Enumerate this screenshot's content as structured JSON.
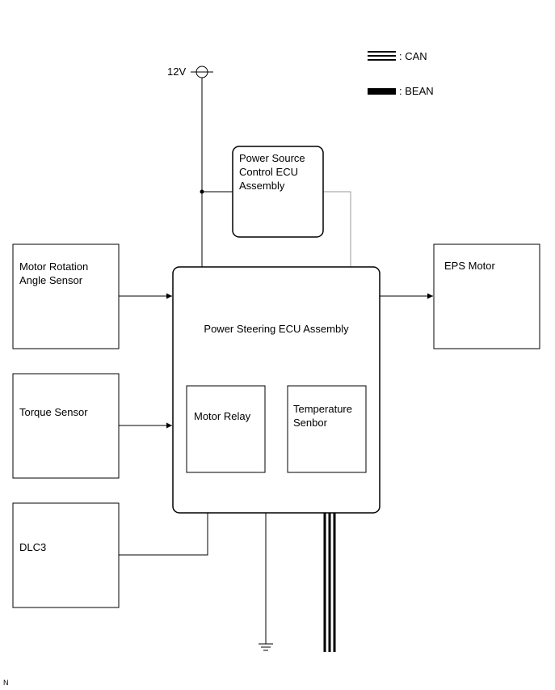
{
  "legend": {
    "can_label": ": CAN",
    "bean_label": ": BEAN"
  },
  "power": {
    "voltage_label": "12V"
  },
  "blocks": {
    "power_source_ecu": "Power Source\nControl ECU\nAssembly",
    "motor_rotation_sensor": "Motor Rotation\nAngle Sensor",
    "torque_sensor": "Torque Sensor",
    "dlc3": "DLC3",
    "eps_motor": "EPS Motor",
    "power_steering_ecu": "Power Steering ECU Assembly",
    "motor_relay": "Motor Relay",
    "temperature_sensor": "Temperature\nSenbor"
  },
  "footer": {
    "code": "N"
  }
}
